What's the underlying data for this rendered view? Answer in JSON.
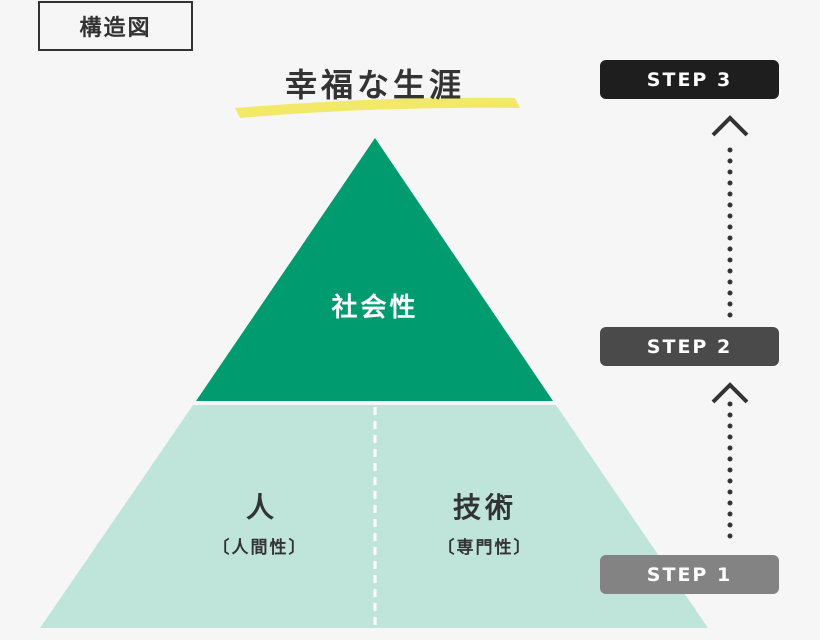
{
  "label": "構造図",
  "title": "幸福な生涯",
  "pyramid": {
    "top": "社会性",
    "left": {
      "main": "人",
      "sub": "〔人間性〕"
    },
    "right": {
      "main": "技術",
      "sub": "〔専門性〕"
    }
  },
  "steps": [
    {
      "label": "STEP 3",
      "color": "#1e1e1e"
    },
    {
      "label": "STEP 2",
      "color": "#4a4a4a"
    },
    {
      "label": "STEP 1",
      "color": "#838383"
    }
  ],
  "colors": {
    "dark_green": "#009b6f",
    "light_green": "#bfe5da",
    "highlight": "#f3e85a"
  }
}
